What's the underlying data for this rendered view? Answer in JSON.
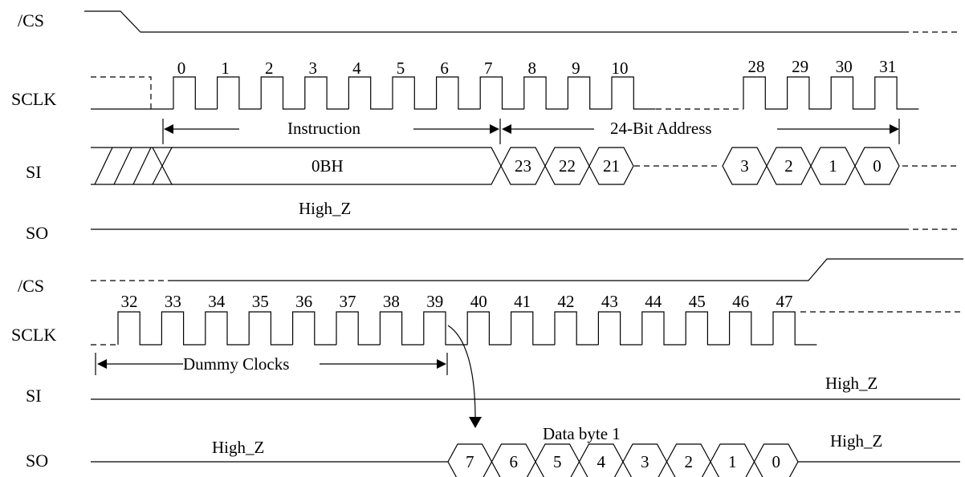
{
  "top": {
    "signals": [
      "/CS",
      "SCLK",
      "SI",
      "SO"
    ],
    "clock_numbers": [
      "0",
      "1",
      "2",
      "3",
      "4",
      "5",
      "6",
      "7",
      "8",
      "9",
      "10",
      "28",
      "29",
      "30",
      "31"
    ],
    "instruction_label": "Instruction",
    "address_label": "24-Bit Address",
    "si_opcode": "0BH",
    "si_address_bits": [
      "23",
      "22",
      "21",
      "3",
      "2",
      "1",
      "0"
    ],
    "so_state": "High_Z"
  },
  "bottom": {
    "signals": [
      "/CS",
      "SCLK",
      "SI",
      "SO"
    ],
    "clock_numbers": [
      "32",
      "33",
      "34",
      "35",
      "36",
      "37",
      "38",
      "39",
      "40",
      "41",
      "42",
      "43",
      "44",
      "45",
      "46",
      "47"
    ],
    "dummy_label": "Dummy Clocks",
    "si_state": "High_Z",
    "so_state_left": "High_Z",
    "so_state_right": "High_Z",
    "data_label": "Data byte 1",
    "data_bits": [
      "7",
      "6",
      "5",
      "4",
      "3",
      "2",
      "1",
      "0"
    ]
  }
}
